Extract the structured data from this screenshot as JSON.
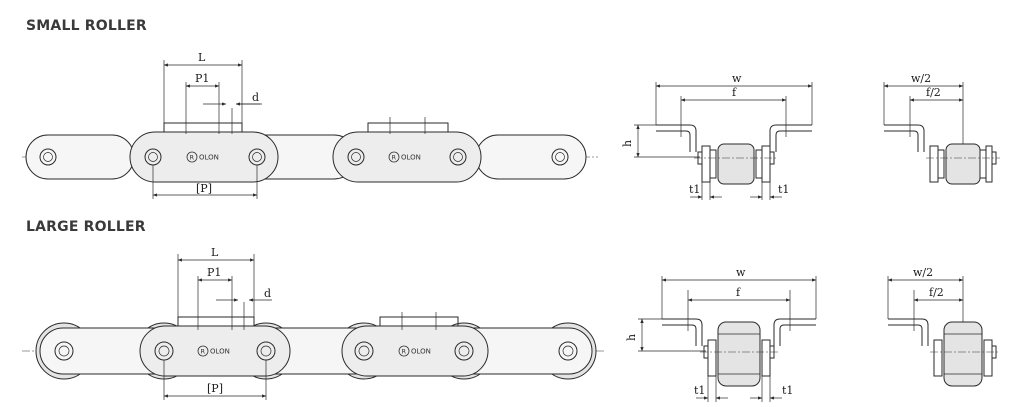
{
  "headings": {
    "small": "SMALL ROLLER",
    "large": "LARGE ROLLER"
  },
  "brand": {
    "text": "OLON",
    "logo_letter": "R"
  },
  "dims": {
    "L": "L",
    "P1": "P1",
    "d": "d",
    "P": "[P]",
    "w": "w",
    "f": "f",
    "h": "h",
    "t1": "t1",
    "w_half": "w/2",
    "f_half": "f/2"
  }
}
